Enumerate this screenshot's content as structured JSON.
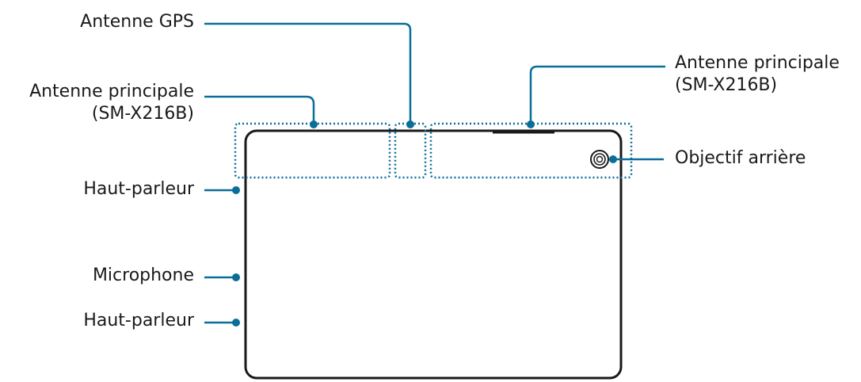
{
  "diagram": {
    "accent_color": "#0a6e99",
    "outline_color": "#1a1a1a",
    "labels": {
      "antenne_gps": "Antenne GPS",
      "antenne_principale_left": [
        "Antenne principale",
        "(SM-X216B)"
      ],
      "antenne_principale_right": [
        "Antenne principale",
        "(SM-X216B)"
      ],
      "objectif_arriere": "Objectif arrière",
      "haut_parleur_top": "Haut-parleur",
      "microphone": "Microphone",
      "haut_parleur_bottom": "Haut-parleur"
    },
    "icons": {
      "rear_camera": "rear-camera-lens-icon"
    }
  }
}
